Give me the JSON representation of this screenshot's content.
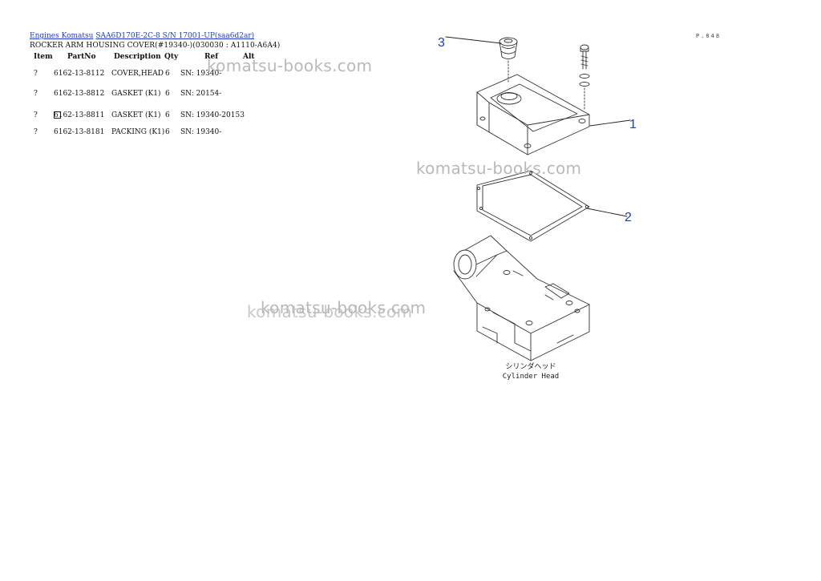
{
  "breadcrumb": {
    "link1": "Engines Komatsu",
    "link2": "SAA6D170E-2C-8 S/N 17001-UP(saa6d2ar)"
  },
  "title": "ROCKER ARM HOUSING COVER(#19340-)(030030 : A1110-A6A4)",
  "page_code": "P.048",
  "columns": {
    "item": "Item",
    "part_no": "PartNo",
    "description": "Description",
    "qty": "Qty",
    "ref": "Ref",
    "alt": "Alt"
  },
  "rows": [
    {
      "item": "?",
      "part_no": "6162-13-8112",
      "description": "COVER,HEAD",
      "qty": "6",
      "ref": "SN: 19340-"
    },
    {
      "item": "?",
      "part_no": "6162-13-8812",
      "description": "GASKET (K1)",
      "qty": "6",
      "ref": "SN: 20154-"
    },
    {
      "item": "?",
      "part_no": "6162-13-8811",
      "description": "GASKET (K1)",
      "qty": "6",
      "ref": "SN: 19340-20153"
    },
    {
      "item": "?",
      "part_no": "6162-13-8181",
      "description": "PACKING (K1)",
      "qty": "6",
      "ref": "SN: 19340-"
    }
  ],
  "watermark": "komatsu-books.com",
  "diagram": {
    "callouts": [
      "1",
      "2",
      "3"
    ],
    "label_jp": "シリンダヘッド",
    "label_en": "Cylinder Head"
  },
  "colors": {
    "link": "#1a3fc4",
    "callout": "#1a3fc4",
    "watermark": "#b9b9b9"
  }
}
